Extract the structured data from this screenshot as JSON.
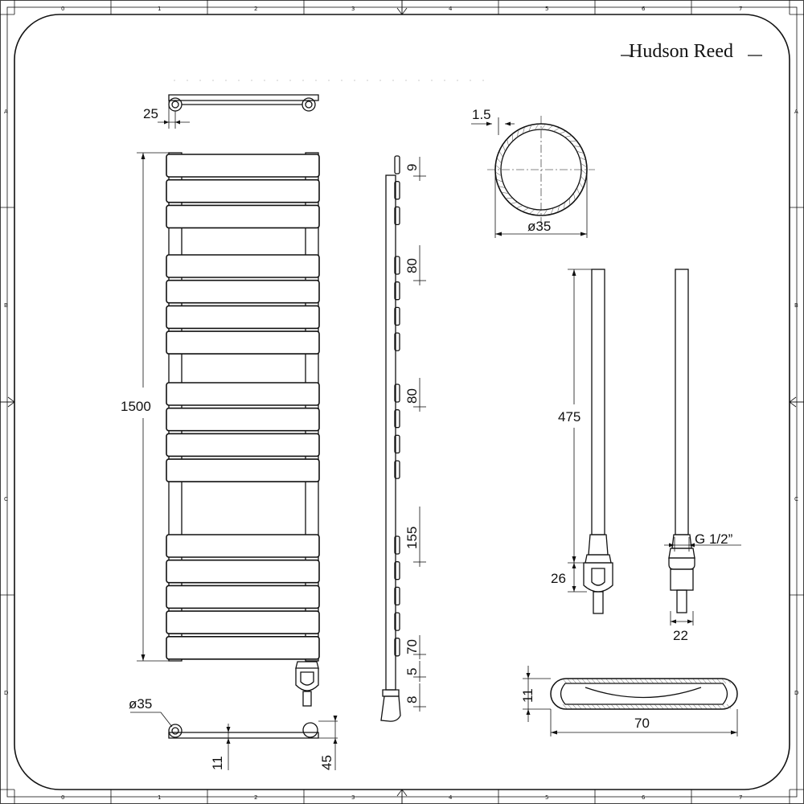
{
  "brand": {
    "name": "Hudson Reed"
  },
  "border": {
    "top_numbers": [
      "0",
      "1",
      "2",
      "3",
      "4",
      "5",
      "6",
      "7"
    ],
    "bottom_numbers": [
      "0",
      "1",
      "2",
      "3",
      "4",
      "5",
      "6",
      "7"
    ],
    "left_letters": [
      "A",
      "B",
      "C",
      "D"
    ],
    "right_letters": [
      "A",
      "B",
      "C",
      "D"
    ]
  },
  "front_view": {
    "height": "1500",
    "bottom_diameter": "ø35",
    "bottom_offset": "11",
    "bottom_height": "45",
    "top_offset": "25",
    "panel_groups": [
      3,
      4,
      4,
      5
    ]
  },
  "side_view": {
    "dims": [
      "9",
      "80",
      "80",
      "155",
      "70",
      "5",
      "8"
    ]
  },
  "tube_section": {
    "wall": "1.5",
    "diameter": "ø35"
  },
  "heating_element": {
    "length": "475",
    "head": "26",
    "thread": "G 1/2”",
    "width": "22"
  },
  "panel_section": {
    "height": "11",
    "width": "70"
  }
}
